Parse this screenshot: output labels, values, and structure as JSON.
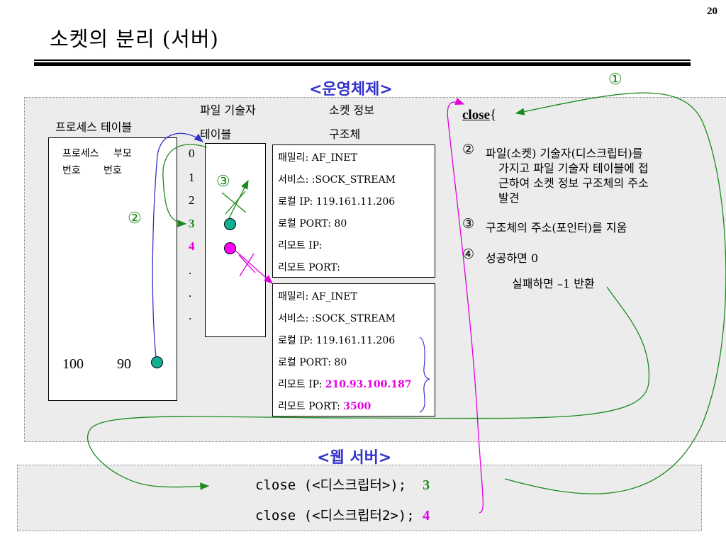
{
  "page_number": "20",
  "title": "소켓의 분리 (서버)",
  "os_panel": {
    "title": "<운영체제>",
    "process_table": {
      "label": "프로세스 테이블",
      "col1": "프로세스",
      "col1_sub": "번호",
      "col2": "부모",
      "col2_sub": "번호",
      "row_pid": "100",
      "row_ppid": "90"
    },
    "fd_table": {
      "label_line1": "파일 기술자",
      "label_line2": "테이블",
      "indices": [
        "0",
        "1",
        "2",
        "3",
        "4",
        ".",
        ".",
        "."
      ]
    },
    "socket_info": {
      "label_line1": "소켓 정보",
      "label_line2": "구조체"
    },
    "socket1": {
      "family": "패밀리:  AF_INET",
      "service": "서비스: :SOCK_STREAM",
      "local_ip": "로컬 IP: 119.161.11.206",
      "local_port": "로컬 PORT: 80",
      "remote_ip": "리모트 IP:",
      "remote_port": "리모트 PORT:"
    },
    "socket2": {
      "family": "패밀리:  AF_INET",
      "service": "서비스: :SOCK_STREAM",
      "local_ip": "로컬 IP: 119.161.11.206",
      "local_port": "로컬 PORT: 80",
      "remote_ip_label": "리모트 IP: ",
      "remote_ip_value": "210.93.100.187",
      "remote_port_label": "리모트 PORT: ",
      "remote_port_value": "3500"
    },
    "markers": {
      "m1": "①",
      "m2": "②",
      "m3": "③",
      "m4": "④"
    },
    "close_desc": {
      "close_word": "close",
      "close_brace": "{",
      "step2_num": "②",
      "step2_line1": "파일(소켓) 기술자(디스크립터)를",
      "step2_line2": "가지고 파일 기술자 테이블에 접",
      "step2_line3": "근하여 소켓 정보 구조체의 주소",
      "step2_line4": "발견",
      "step3_num": "③",
      "step3_text": "구조체의 주소(포인터)를 지움",
      "step4_num": "④",
      "step4_text": "성공하면 0",
      "step4_text2": "실패하면 –1 반환"
    }
  },
  "web_panel": {
    "title": "<웹 서버>",
    "line1_code": "close (<디스크립터>);",
    "line1_value": "3",
    "line2_code": "close (<디스크립터2>);",
    "line2_value": "4"
  },
  "colors": {
    "panel_bg": "#ececec",
    "title_blue": "#3333cc",
    "magenta": "#e000e0",
    "green": "#1a8a1a",
    "teal_dot": "#10b090"
  }
}
